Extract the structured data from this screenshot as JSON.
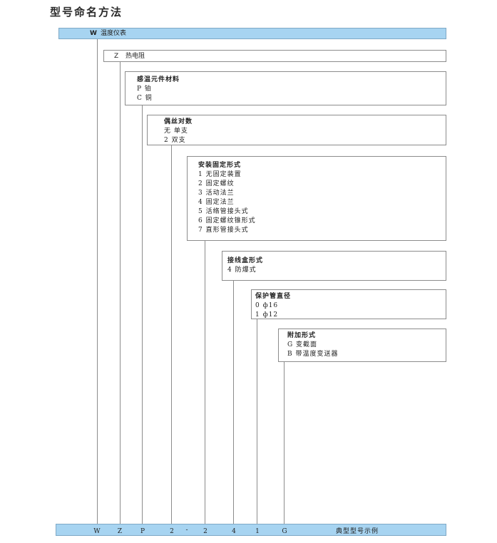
{
  "title": "型号命名方法",
  "top_bar": {
    "code": "W",
    "label": "温度仪表"
  },
  "levels": [
    {
      "code": "Z",
      "label": "热电阻"
    },
    {
      "head": "感温元件材料",
      "options": [
        "P  铂",
        "C  铜"
      ]
    },
    {
      "head": "偶丝对数",
      "options": [
        "无  单支",
        "2  双支"
      ]
    },
    {
      "head": "安装固定形式",
      "options": [
        "1  无固定装置",
        "2  固定螺纹",
        "3  活动法兰",
        "4  固定法兰",
        "5  活络管接头式",
        "6  固定螺纹锥形式",
        "7  直形管接头式"
      ]
    },
    {
      "head": "接线盒形式",
      "options": [
        "4  防爆式"
      ]
    },
    {
      "head": "保护管直径",
      "options": [
        "0  ф16",
        "1  ф12"
      ]
    },
    {
      "head": "附加形式",
      "options": [
        "G  变截面",
        "B  带温度变送器"
      ]
    }
  ],
  "example": {
    "letters": [
      "W",
      "Z",
      "P",
      "2",
      "-",
      "2",
      "4",
      "1",
      "G"
    ],
    "caption": "典型型号示例"
  },
  "colors": {
    "bar_fill": "#a7d4f1",
    "line": "#8c8c8c"
  }
}
